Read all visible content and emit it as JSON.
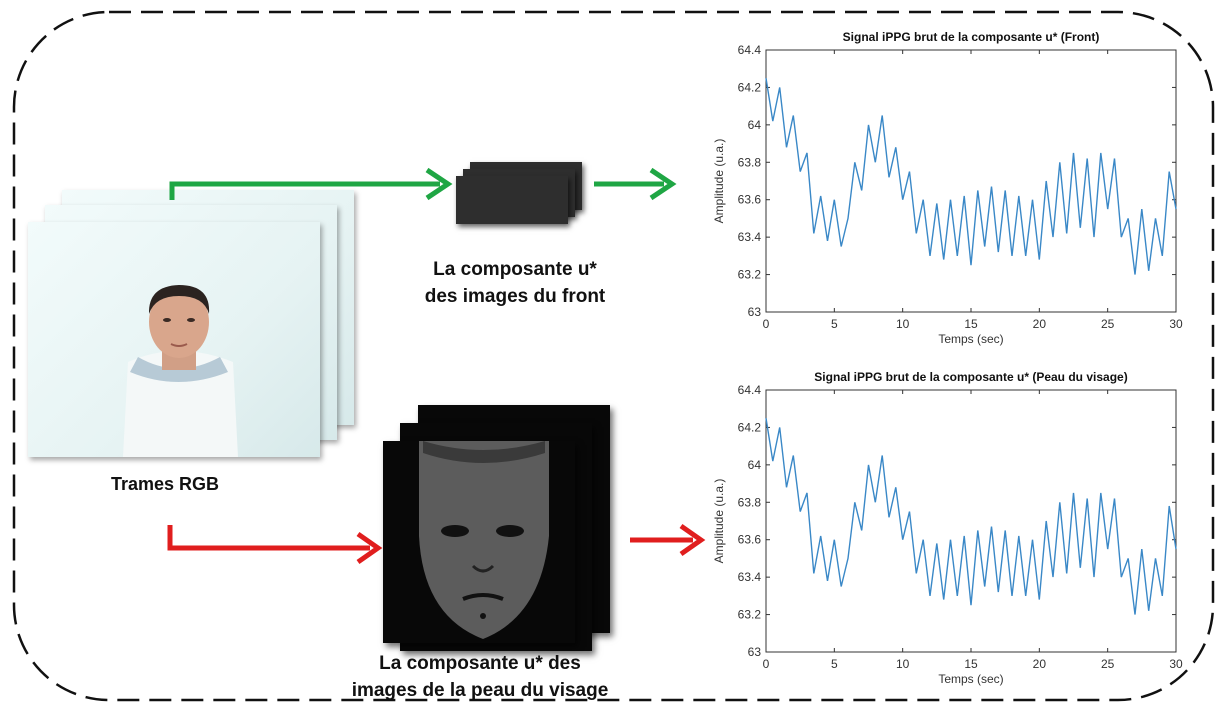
{
  "labels": {
    "rgb": "Trames RGB",
    "front_line1": "La composante u*",
    "front_line2": "des images du front",
    "face_line1": "La composante u* des",
    "face_line2": "images de la peau du visage"
  },
  "colors": {
    "green_arrow": "#1fa644",
    "red_arrow": "#e01e1e",
    "signal_line": "#3a88c7",
    "border": "#111111"
  },
  "chart_data": [
    {
      "type": "line",
      "title": "Signal iPPG brut de la composante u* (Front)",
      "xlabel": "Temps (sec)",
      "ylabel": "Amplitude (u.a.)",
      "xlim": [
        0,
        30
      ],
      "ylim": [
        63,
        64.4
      ],
      "xticks": [
        "0",
        "5",
        "10",
        "15",
        "20",
        "25",
        "30"
      ],
      "yticks": [
        "63",
        "63.2",
        "63.4",
        "63.6",
        "63.8",
        "64",
        "64.2",
        "64.4"
      ],
      "grid": false,
      "x": [
        0,
        0.5,
        1,
        1.5,
        2,
        2.5,
        3,
        3.5,
        4,
        4.5,
        5,
        5.5,
        6,
        6.5,
        7,
        7.5,
        8,
        8.5,
        9,
        9.5,
        10,
        10.5,
        11,
        11.5,
        12,
        12.5,
        13,
        13.5,
        14,
        14.5,
        15,
        15.5,
        16,
        16.5,
        17,
        17.5,
        18,
        18.5,
        19,
        19.5,
        20,
        20.5,
        21,
        21.5,
        22,
        22.5,
        23,
        23.5,
        24,
        24.5,
        25,
        25.5,
        26,
        26.5,
        27,
        27.5,
        28,
        28.5,
        29,
        29.5,
        30
      ],
      "y": [
        64.25,
        64.02,
        64.2,
        63.88,
        64.05,
        63.75,
        63.85,
        63.42,
        63.62,
        63.38,
        63.6,
        63.35,
        63.5,
        63.8,
        63.65,
        64.0,
        63.8,
        64.05,
        63.72,
        63.88,
        63.6,
        63.75,
        63.42,
        63.6,
        63.3,
        63.58,
        63.28,
        63.6,
        63.3,
        63.62,
        63.25,
        63.65,
        63.35,
        63.67,
        63.32,
        63.65,
        63.3,
        63.62,
        63.3,
        63.6,
        63.28,
        63.7,
        63.4,
        63.8,
        63.42,
        63.85,
        63.45,
        63.82,
        63.4,
        63.85,
        63.55,
        63.82,
        63.4,
        63.5,
        63.2,
        63.55,
        63.22,
        63.5,
        63.3,
        63.75,
        63.55
      ],
      "series": [
        {
          "values": []
        }
      ]
    },
    {
      "type": "line",
      "title": "Signal iPPG brut de la composante u* (Peau du visage)",
      "xlabel": "Temps (sec)",
      "ylabel": "Amplitude (u.a.)",
      "xlim": [
        0,
        30
      ],
      "ylim": [
        63,
        64.4
      ],
      "xticks": [
        "0",
        "5",
        "10",
        "15",
        "20",
        "25",
        "30"
      ],
      "yticks": [
        "63",
        "63.2",
        "63.4",
        "63.6",
        "63.8",
        "64",
        "64.2",
        "64.4"
      ],
      "grid": false,
      "x": [
        0,
        0.5,
        1,
        1.5,
        2,
        2.5,
        3,
        3.5,
        4,
        4.5,
        5,
        5.5,
        6,
        6.5,
        7,
        7.5,
        8,
        8.5,
        9,
        9.5,
        10,
        10.5,
        11,
        11.5,
        12,
        12.5,
        13,
        13.5,
        14,
        14.5,
        15,
        15.5,
        16,
        16.5,
        17,
        17.5,
        18,
        18.5,
        19,
        19.5,
        20,
        20.5,
        21,
        21.5,
        22,
        22.5,
        23,
        23.5,
        24,
        24.5,
        25,
        25.5,
        26,
        26.5,
        27,
        27.5,
        28,
        28.5,
        29,
        29.5,
        30
      ],
      "y": [
        64.25,
        64.02,
        64.2,
        63.88,
        64.05,
        63.75,
        63.85,
        63.42,
        63.62,
        63.38,
        63.6,
        63.35,
        63.5,
        63.8,
        63.65,
        64.0,
        63.8,
        64.05,
        63.72,
        63.88,
        63.6,
        63.75,
        63.42,
        63.6,
        63.3,
        63.58,
        63.28,
        63.6,
        63.3,
        63.62,
        63.25,
        63.65,
        63.35,
        63.67,
        63.32,
        63.65,
        63.3,
        63.62,
        63.3,
        63.6,
        63.28,
        63.7,
        63.4,
        63.8,
        63.42,
        63.85,
        63.45,
        63.82,
        63.4,
        63.85,
        63.55,
        63.82,
        63.4,
        63.5,
        63.2,
        63.55,
        63.22,
        63.5,
        63.3,
        63.78,
        63.55
      ],
      "series": [
        {
          "values": []
        }
      ]
    }
  ]
}
